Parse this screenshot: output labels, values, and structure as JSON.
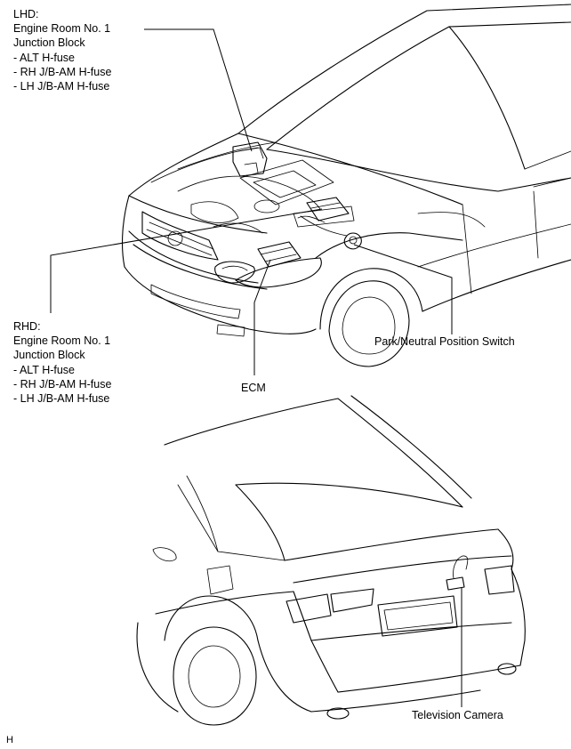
{
  "lhd_block": {
    "lines": [
      "LHD:",
      "Engine Room No. 1",
      "Junction Block",
      "- ALT H-fuse",
      "- RH J/B-AM H-fuse",
      "- LH J/B-AM H-fuse"
    ]
  },
  "rhd_block": {
    "lines": [
      "RHD:",
      "Engine Room No. 1",
      "Junction Block",
      "- ALT H-fuse",
      "- RH J/B-AM H-fuse",
      "- LH J/B-AM H-fuse"
    ]
  },
  "labels": {
    "park_neutral": "Park/Neutral Position Switch",
    "ecm": "ECM",
    "television_camera": "Television Camera",
    "corner_mark": "H"
  }
}
